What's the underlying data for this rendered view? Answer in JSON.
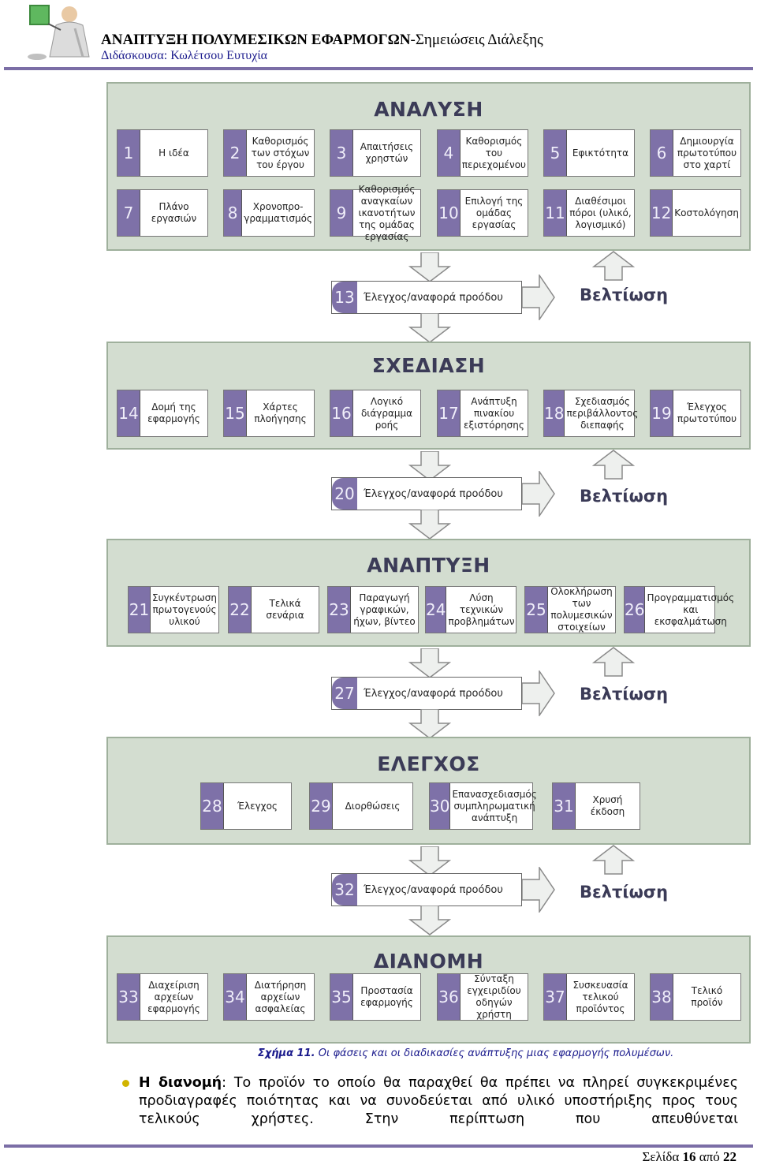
{
  "header": {
    "title_bold": "ΑΝΑΠΤΥΞΗ ΠΟΛΥΜΕΣΙΚΩΝ ΕΦΑΡΜΟΓΩΝ",
    "title_rest": "-Σημειώσεις Διάλεξης",
    "subtitle": "Διδάσκουσα: Κωλέτσου Ευτυχία",
    "logo_icon": "teacher-at-board-icon"
  },
  "diagram": {
    "improve_label": "Βελτίωση",
    "phases": [
      {
        "title": "ΑΝΑΛΥΣΗ",
        "steps": [
          {
            "num": "1",
            "label": "Η ιδέα"
          },
          {
            "num": "2",
            "label": "Καθορισμός των στόχων του έργου"
          },
          {
            "num": "3",
            "label": "Απαιτήσεις χρηστών"
          },
          {
            "num": "4",
            "label": "Καθορισμός του περιεχομένου"
          },
          {
            "num": "5",
            "label": "Εφικτότητα"
          },
          {
            "num": "6",
            "label": "Δημιουργία πρωτοτύπου στο χαρτί"
          },
          {
            "num": "7",
            "label": "Πλάνο εργασιών"
          },
          {
            "num": "8",
            "label": "Χρονοπρο-γραμματισμός"
          },
          {
            "num": "9",
            "label": "Καθορισμός αναγκαίων ικανοτήτων της ομάδας εργασίας"
          },
          {
            "num": "10",
            "label": "Επιλογή της ομάδας εργασίας"
          },
          {
            "num": "11",
            "label": "Διαθέσιμοι πόροι (υλικό, λογισμικό)"
          },
          {
            "num": "12",
            "label": "Κοστολόγηση"
          }
        ],
        "review": {
          "num": "13",
          "label": "Έλεγχος/αναφορά προόδου"
        }
      },
      {
        "title": "ΣΧΕΔΙΑΣΗ",
        "steps": [
          {
            "num": "14",
            "label": "Δομή της εφαρμογής"
          },
          {
            "num": "15",
            "label": "Χάρτες πλοήγησης"
          },
          {
            "num": "16",
            "label": "Λογικό διάγραμμα ροής"
          },
          {
            "num": "17",
            "label": "Ανάπτυξη πινακίου εξιστόρησης"
          },
          {
            "num": "18",
            "label": "Σχεδιασμός περιβάλλοντος διεπαφής"
          },
          {
            "num": "19",
            "label": "Έλεγχος πρωτοτύπου"
          }
        ],
        "review": {
          "num": "20",
          "label": "Έλεγχος/αναφορά προόδου"
        }
      },
      {
        "title": "ΑΝΑΠΤΥΞΗ",
        "steps": [
          {
            "num": "21",
            "label": "Συγκέντρωση πρωτογενούς υλικού"
          },
          {
            "num": "22",
            "label": "Τελικά σενάρια"
          },
          {
            "num": "23",
            "label": "Παραγωγή γραφικών, ήχων, βίντεο"
          },
          {
            "num": "24",
            "label": "Λύση τεχνικών προβλημάτων"
          },
          {
            "num": "25",
            "label": "Ολοκλήρωση των πολυμεσικών στοιχείων"
          },
          {
            "num": "26",
            "label": "Προγραμματισμός και εκσφαλμάτωση"
          }
        ],
        "review": {
          "num": "27",
          "label": "Έλεγχος/αναφορά προόδου"
        }
      },
      {
        "title": "ΕΛΕΓΧΟΣ",
        "steps": [
          {
            "num": "28",
            "label": "Έλεγχος"
          },
          {
            "num": "29",
            "label": "Διορθώσεις"
          },
          {
            "num": "30",
            "label": "Επανασχεδιασμός συμπληρωματική ανάπτυξη"
          },
          {
            "num": "31",
            "label": "Χρυσή έκδοση"
          }
        ],
        "review": {
          "num": "32",
          "label": "Έλεγχος/αναφορά προόδου"
        }
      },
      {
        "title": "ΔΙΑΝΟΜΗ",
        "steps": [
          {
            "num": "33",
            "label": "Διαχείριση αρχείων εφαρμογής"
          },
          {
            "num": "34",
            "label": "Διατήρηση αρχείων ασφαλείας"
          },
          {
            "num": "35",
            "label": "Προστασία εφαρμογής"
          },
          {
            "num": "36",
            "label": "Σύνταξη εγχειριδίου οδηγών χρήστη"
          },
          {
            "num": "37",
            "label": "Συσκευασία τελικού προϊόντος"
          },
          {
            "num": "38",
            "label": "Τελικό προϊόν"
          }
        ]
      }
    ]
  },
  "caption": {
    "prefix": "Σχήμα 11.",
    "text": " Οι φάσεις και οι διαδικασίες ανάπτυξης μιας εφαρμογής πολυμέσων."
  },
  "body": {
    "lead": "Η διανομή",
    "text": ": Το προϊόν το οποίο θα παραχθεί θα πρέπει να πληρεί συγκεκριμένες προδιαγραφές ποιότητας και να συνοδεύεται από υλικό υποστήριξης προς τους τελικούς χρήστες. Στην περίπτωση που απευθύνεται"
  },
  "footer": {
    "page_prefix": "Σελίδα ",
    "page_current": "16",
    "page_middle": " από ",
    "page_total": "22"
  }
}
